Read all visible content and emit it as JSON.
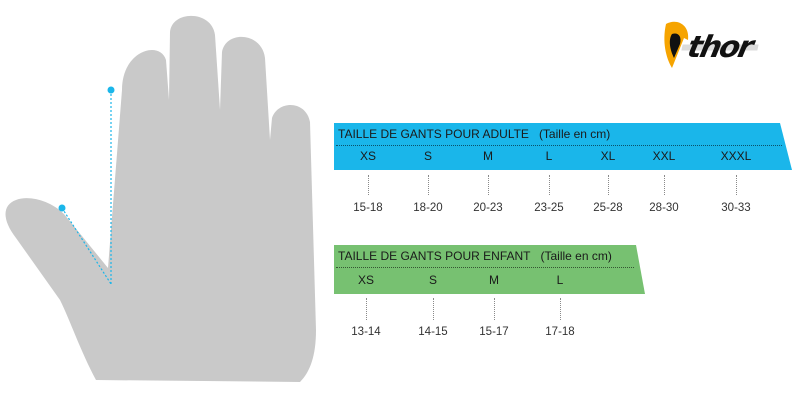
{
  "brand": {
    "logo_text": "thor",
    "accent_color": "#f6a400"
  },
  "colors": {
    "hand": "#c9c9c9",
    "adult_band": "#1ab6ea",
    "child_band": "#77c171",
    "guide": "#1ab6ea"
  },
  "adult": {
    "title": "TAILLE DE GANTS POUR ADULTE",
    "unit": "(Taille en cm)",
    "sizes": [
      {
        "size": "XS",
        "range": "15-18"
      },
      {
        "size": "S",
        "range": "18-20"
      },
      {
        "size": "M",
        "range": "20-23"
      },
      {
        "size": "L",
        "range": "23-25"
      },
      {
        "size": "XL",
        "range": "25-28"
      },
      {
        "size": "XXL",
        "range": "28-30"
      },
      {
        "size": "XXXL",
        "range": "30-33"
      }
    ]
  },
  "child": {
    "title": "TAILLE DE GANTS POUR ENFANT",
    "unit": "(Taille en cm)",
    "sizes": [
      {
        "size": "XS",
        "range": "13-14"
      },
      {
        "size": "S",
        "range": "14-15"
      },
      {
        "size": "M",
        "range": "15-17"
      },
      {
        "size": "L",
        "range": "17-18"
      }
    ]
  }
}
